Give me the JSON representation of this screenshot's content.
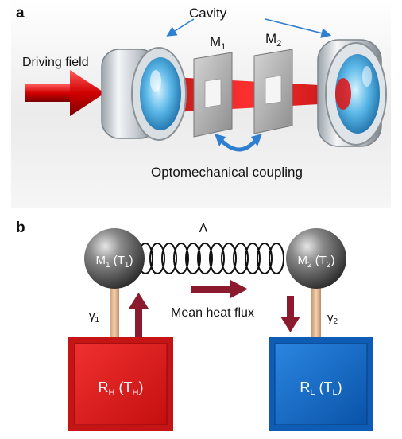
{
  "panel_a": {
    "label": "a",
    "cavity": "Cavity",
    "driving_field": "Driving field",
    "m1": "M",
    "m1_sub": "1",
    "m2": "M",
    "m2_sub": "2",
    "coupling": "Optomechanical coupling"
  },
  "panel_b": {
    "label": "b",
    "spring": "Λ",
    "mass1": {
      "m": "M",
      "sub": "1",
      "t": "T",
      "tsub": "1"
    },
    "mass2": {
      "m": "M",
      "sub": "2",
      "t": "T",
      "tsub": "2"
    },
    "gamma1": "γ",
    "gamma1_sub": "1",
    "gamma2": "γ",
    "gamma2_sub": "2",
    "heat_flux": "Mean heat flux",
    "hot_bath": {
      "r": "R",
      "rsub": "H",
      "t": "T",
      "tsub": "H"
    },
    "cold_bath": {
      "r": "R",
      "rsub": "L",
      "t": "T",
      "tsub": "L"
    }
  },
  "colors": {
    "hot_bath": "#e02020",
    "cold_bath": "#1466c8",
    "arrow": "#8b1a2e",
    "laser": "#d40000",
    "spring": "#111111"
  }
}
